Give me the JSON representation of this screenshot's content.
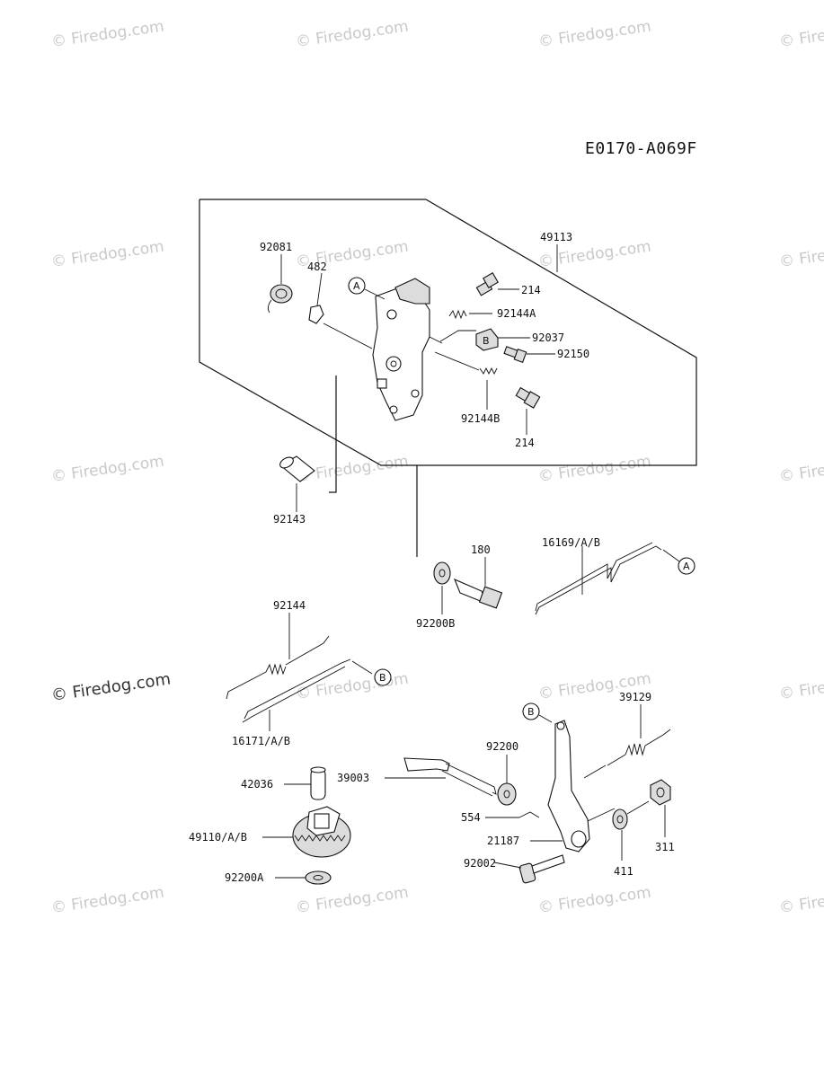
{
  "diagram_code": "E0170-A069F",
  "watermark": {
    "text": "© Firedog.com",
    "prominent_text": "© Firedog.com"
  },
  "part_labels": {
    "p92081": "92081",
    "p482": "482",
    "p49113": "49113",
    "p214a": "214",
    "p92144A": "92144A",
    "p92037": "92037",
    "p92150": "92150",
    "p92144B": "92144B",
    "p214b": "214",
    "p92143": "92143",
    "p180": "180",
    "p16169": "16169/A/B",
    "p92200B": "92200B",
    "p92144": "92144",
    "p16171": "16171/A/B",
    "p39129": "39129",
    "p92200": "92200",
    "p39003": "39003",
    "p42036": "42036",
    "p554": "554",
    "p21187": "21187",
    "p49110": "49110/A/B",
    "p92002": "92002",
    "p411": "411",
    "p311": "311",
    "p92200A": "92200A"
  },
  "reference_markers": {
    "a_top": "A",
    "a_link": "A",
    "b_rod": "B",
    "b_lever": "B"
  },
  "tags": {
    "b_on_92037": "B"
  }
}
